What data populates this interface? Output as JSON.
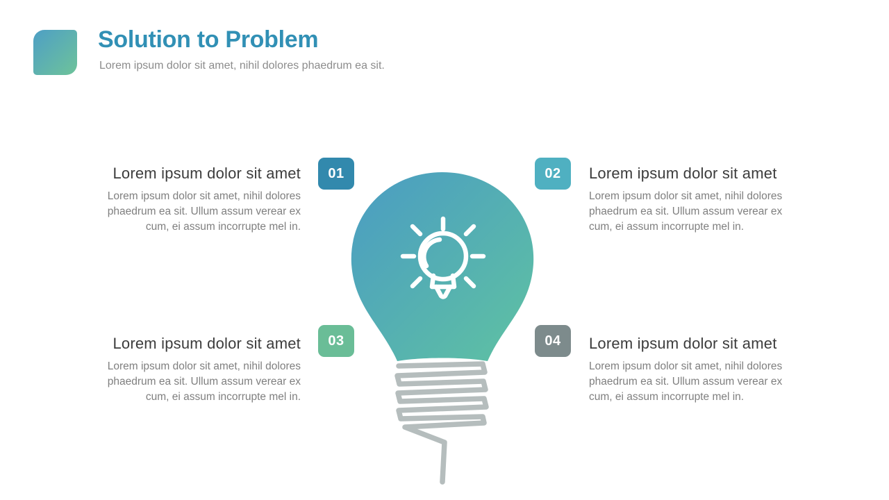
{
  "slide": {
    "title": "Solution to Problem",
    "subtitle": "Lorem ipsum dolor sit amet, nihil dolores phaedrum ea sit.",
    "colors": {
      "title": "#3190b5",
      "heading": "#3c3c3c",
      "body": "#7f7f7f",
      "logo_gradient_start": "#4e9fc5",
      "logo_gradient_end": "#6ec39a",
      "bulb_gradient_start": "#4a9cc3",
      "bulb_gradient_end": "#5fc2a2",
      "coil": "#b5bdbd",
      "icon_stroke": "#ffffff"
    }
  },
  "items": [
    {
      "number": "01",
      "badge_color": "#3289ad",
      "heading": "Lorem ipsum dolor sit amet",
      "body": "Lorem ipsum dolor sit amet, nihil dolores phaedrum ea sit. Ullum assum verear ex cum, ei assum incorrupte mel in."
    },
    {
      "number": "02",
      "badge_color": "#4fb0c1",
      "heading": "Lorem ipsum dolor sit amet",
      "body": "Lorem ipsum dolor sit amet, nihil dolores phaedrum ea sit. Ullum assum verear ex cum, ei assum incorrupte mel in."
    },
    {
      "number": "03",
      "badge_color": "#6abd97",
      "heading": "Lorem ipsum dolor sit amet",
      "body": "Lorem ipsum dolor sit amet, nihil dolores phaedrum ea sit. Ullum assum verear ex cum, ei assum incorrupte mel in."
    },
    {
      "number": "04",
      "badge_color": "#7d8b8c",
      "heading": "Lorem ipsum dolor sit amet",
      "body": "Lorem ipsum dolor sit amet, nihil dolores phaedrum ea sit. Ullum assum verear ex cum, ei assum incorrupte mel in."
    }
  ]
}
